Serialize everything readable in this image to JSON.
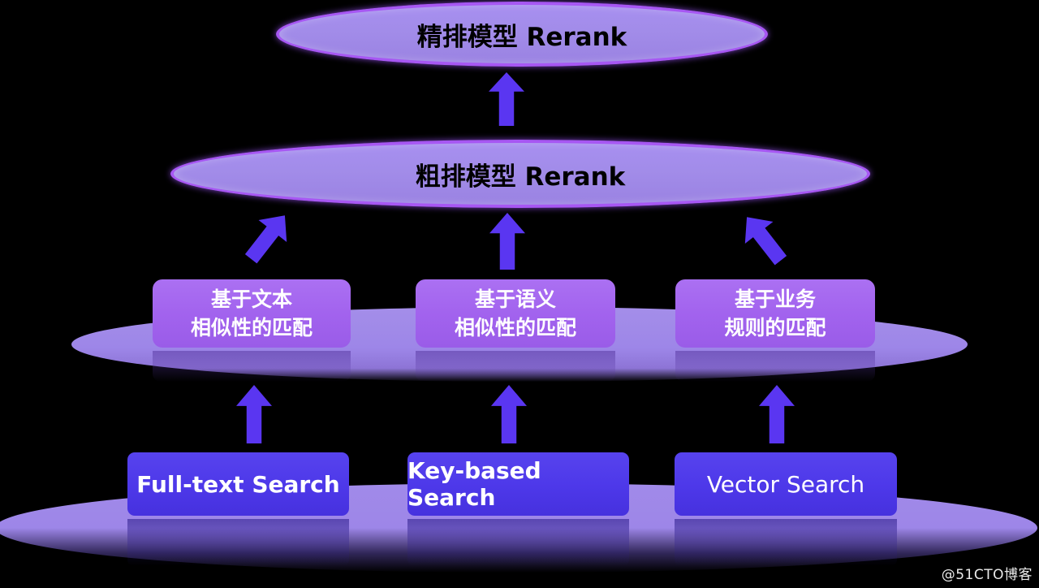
{
  "nodes": {
    "top_ellipse": {
      "label": "精排模型 Rerank"
    },
    "mid_ellipse": {
      "label": "粗排模型 Rerank"
    },
    "match_boxes": [
      {
        "line1": "基于文本",
        "line2": "相似性的匹配"
      },
      {
        "line1": "基于语义",
        "line2": "相似性的匹配"
      },
      {
        "line1": "基于业务",
        "line2": "规则的匹配"
      }
    ],
    "search_boxes": [
      {
        "label": "Full-text Search"
      },
      {
        "label": "Key-based Search"
      },
      {
        "label": "Vector Search"
      }
    ]
  },
  "colors": {
    "background": "#000000",
    "ellipse_fill": "#a28ce9",
    "ellipse_border": "#a757f3",
    "platform_fill": "#9d86e8",
    "match_box_fill": "#a263ee",
    "search_box_fill": "#4d38e9",
    "arrow": "#5a36f1",
    "ellipse_text": "#000000",
    "box_text": "#ffffff",
    "watermark_text": "#ffffff"
  },
  "watermark": "@51CTO博客"
}
